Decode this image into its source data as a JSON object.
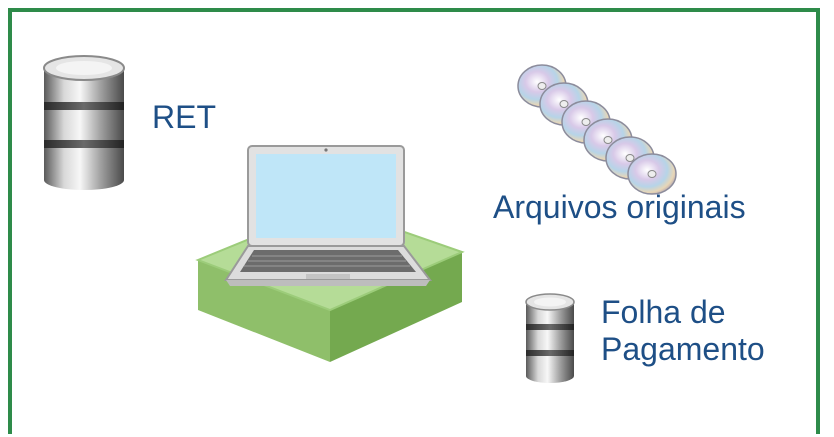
{
  "labels": {
    "ret": "RET",
    "arquivos": "Arquivos originais",
    "folha_line1": "Folha de",
    "folha_line2": "Pagamento"
  },
  "icons": {
    "ret": "database-cylinder-icon",
    "arquivos": "cd-disc-stack-icon",
    "folha": "database-cylinder-icon",
    "center": "laptop-on-green-platform-icon"
  },
  "colors": {
    "frame_border": "#2e8b4a",
    "label_text": "#1e4f86",
    "platform_green": "#9fcc82",
    "laptop_screen": "#bfe6f8"
  }
}
